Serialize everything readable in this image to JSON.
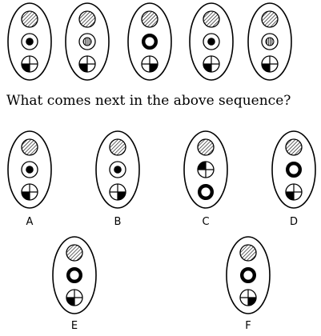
{
  "question": "What comes next in the above sequence?",
  "sequence": [
    {
      "top": "hatch",
      "middle": "dot",
      "bottom": "quarter-bottom-left"
    },
    {
      "top": "hatch",
      "middle": "striped-dot",
      "bottom": "quarter-bottom-left"
    },
    {
      "top": "hatch",
      "middle": "ring",
      "bottom": "quarter-bottom-right"
    },
    {
      "top": "hatch",
      "middle": "dot",
      "bottom": "quarter-bottom-left"
    },
    {
      "top": "hatch",
      "middle": "striped-dot",
      "bottom": "quarter-bottom-left"
    }
  ],
  "options": [
    {
      "label": "A",
      "symbols": {
        "top": "hatch",
        "middle": "dot",
        "bottom": "quarter-bottom-left"
      }
    },
    {
      "label": "B",
      "symbols": {
        "top": "hatch",
        "middle": "dot",
        "bottom": "quarter-bottom-right"
      }
    },
    {
      "label": "C",
      "symbols": {
        "top": "hatch",
        "middle": "quarter-top-left",
        "bottom": "ring"
      }
    },
    {
      "label": "D",
      "symbols": {
        "top": "hatch",
        "middle": "ring",
        "bottom": "quarter-bottom-left"
      }
    },
    {
      "label": "E",
      "symbols": {
        "top": "hatch",
        "middle": "ring",
        "bottom": "quarter-bottom-left"
      }
    },
    {
      "label": "F",
      "symbols": {
        "top": "hatch",
        "middle": "ring",
        "bottom": "quarter-bottom-right"
      }
    }
  ],
  "colors": {
    "stroke": "#000000",
    "fill": "#000000",
    "background": "#ffffff"
  }
}
